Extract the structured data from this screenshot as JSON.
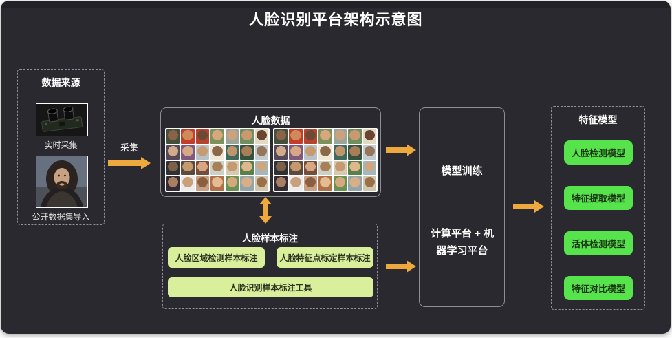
{
  "page": {
    "title": "人脸识别平台架构示意图"
  },
  "colors": {
    "background": "#2a292f",
    "arrow": "#eda93d",
    "bright_green": "#56e34b",
    "pale_green": "#d9ef9c"
  },
  "data_source": {
    "title": "数据来源",
    "items": [
      {
        "label": "实时采集",
        "image": "camera-module-photo"
      },
      {
        "label": "公开数据集导入",
        "image": "portrait-photo"
      }
    ]
  },
  "collect": {
    "label": "采集"
  },
  "face_data": {
    "title": "人脸数据",
    "grid": {
      "tiles": 2,
      "columns": 7,
      "rows": 4
    },
    "palette": [
      [
        "#43503c",
        "#8a6248"
      ],
      [
        "#c43d2a",
        "#d08a5a"
      ],
      [
        "#b5432e",
        "#6e4a33"
      ],
      [
        "#7c925c",
        "#d8a87c"
      ],
      [
        "#9aa49a",
        "#caa37e"
      ],
      [
        "#6f8f5f",
        "#c99a70"
      ],
      [
        "#e4d9c2",
        "#6a4630"
      ],
      [
        "#54495b",
        "#d3ab88"
      ],
      [
        "#7e5a80",
        "#d8a886"
      ],
      [
        "#b6c2c8",
        "#c79b72"
      ],
      [
        "#efe8d6",
        "#8a6848"
      ],
      [
        "#3f6a5e",
        "#c0946c"
      ],
      [
        "#35523f",
        "#a87e58"
      ],
      [
        "#c3cdd1",
        "#96765a"
      ],
      [
        "#2e3136",
        "#7e6046"
      ],
      [
        "#5d4a3c",
        "#c49a6c"
      ],
      [
        "#74503c",
        "#d8a682"
      ],
      [
        "#ccd2c6",
        "#a97f58"
      ],
      [
        "#d8cab0",
        "#c59a72"
      ],
      [
        "#55824a",
        "#e0b68c"
      ],
      [
        "#9fb8c4",
        "#d2a67c"
      ],
      [
        "#332c36",
        "#a87f60"
      ],
      [
        "#ececec",
        "#caa07a"
      ],
      [
        "#c9a084",
        "#8a5f40"
      ],
      [
        "#b0714a",
        "#e3bc92"
      ],
      [
        "#68924f",
        "#d6a87e"
      ],
      [
        "#93a4ad",
        "#d8b088"
      ],
      [
        "#d3c6ae",
        "#9a7048"
      ]
    ]
  },
  "annotation": {
    "title": "人脸样本标注",
    "buttons": [
      "人脸区域检测样本标注",
      "人脸特征点标定样本标注",
      "人脸识别样本标注工具"
    ]
  },
  "training": {
    "title": "模型训练",
    "subtitle": "计算平台 + 机器学习平台"
  },
  "models": {
    "title": "特征模型",
    "buttons": [
      "人脸检测模型",
      "特征提取模型",
      "活体检测模型",
      "特征对比模型"
    ]
  }
}
